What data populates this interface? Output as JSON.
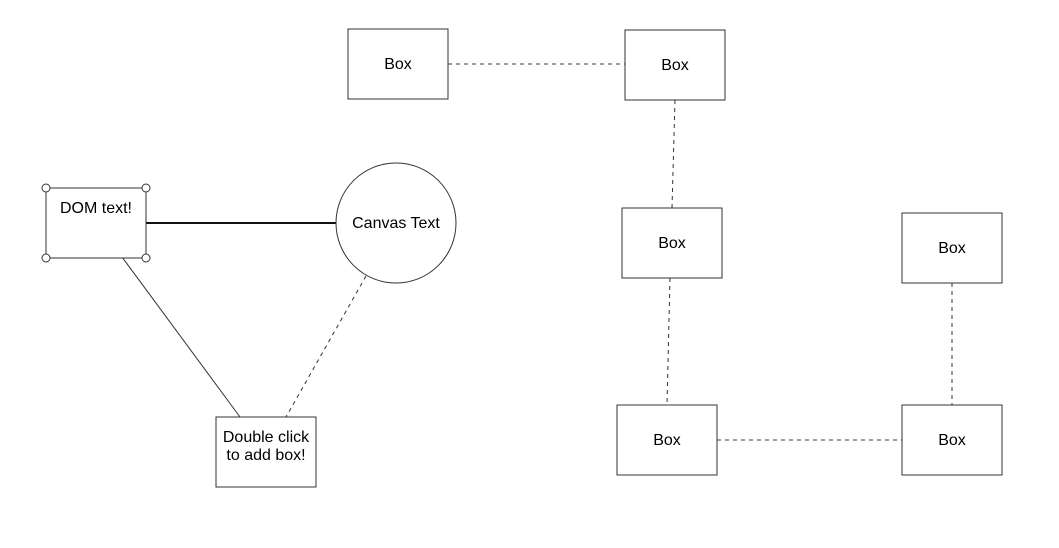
{
  "nodes": {
    "box_top_left": {
      "label": "Box"
    },
    "box_top_right": {
      "label": "Box"
    },
    "box_mid_right": {
      "label": "Box"
    },
    "box_far_right": {
      "label": "Box"
    },
    "box_bottom_mid": {
      "label": "Box"
    },
    "box_bottom_right": {
      "label": "Box"
    },
    "dom_text": {
      "label": "DOM text!"
    },
    "canvas_text": {
      "label": "Canvas Text"
    },
    "add_box_line1": {
      "label": "Double click"
    },
    "add_box_line2": {
      "label": "to add box!"
    }
  },
  "colors": {
    "stroke": "#333333",
    "background": "#ffffff"
  }
}
